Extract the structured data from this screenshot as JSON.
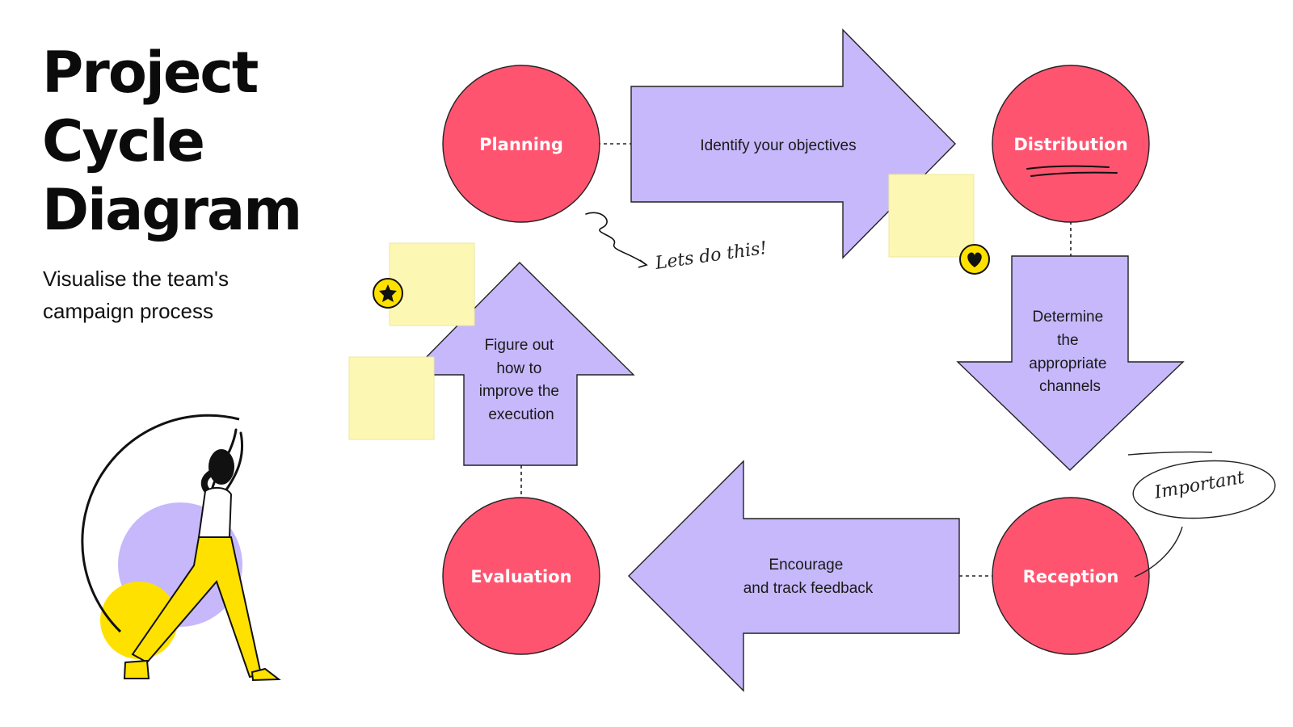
{
  "header": {
    "title_lines": [
      "Project",
      "Cycle",
      "Diagram"
    ],
    "subtitle_lines": [
      "Visualise the team's",
      "campaign process"
    ]
  },
  "colors": {
    "node": "#ff5470",
    "arrow": "#c6b8fb",
    "sticky": "#fdf7b4",
    "badge": "#ffe100",
    "text_dark": "#111111"
  },
  "nodes": {
    "planning": "Planning",
    "distribution": "Distribution",
    "reception": "Reception",
    "evaluation": "Evaluation"
  },
  "arrows": {
    "top": [
      "Identify your objectives"
    ],
    "right": [
      "Determine",
      "the",
      "appropriate",
      "channels"
    ],
    "bottom": [
      "Encourage",
      "and track feedback"
    ],
    "left": [
      "Figure out",
      "how to",
      "improve the",
      "execution"
    ]
  },
  "annotations": {
    "lets_do_this": "Lets do this!",
    "important": "Important"
  },
  "icons": {
    "star_badge": "star-icon",
    "heart_badge": "heart-icon"
  }
}
